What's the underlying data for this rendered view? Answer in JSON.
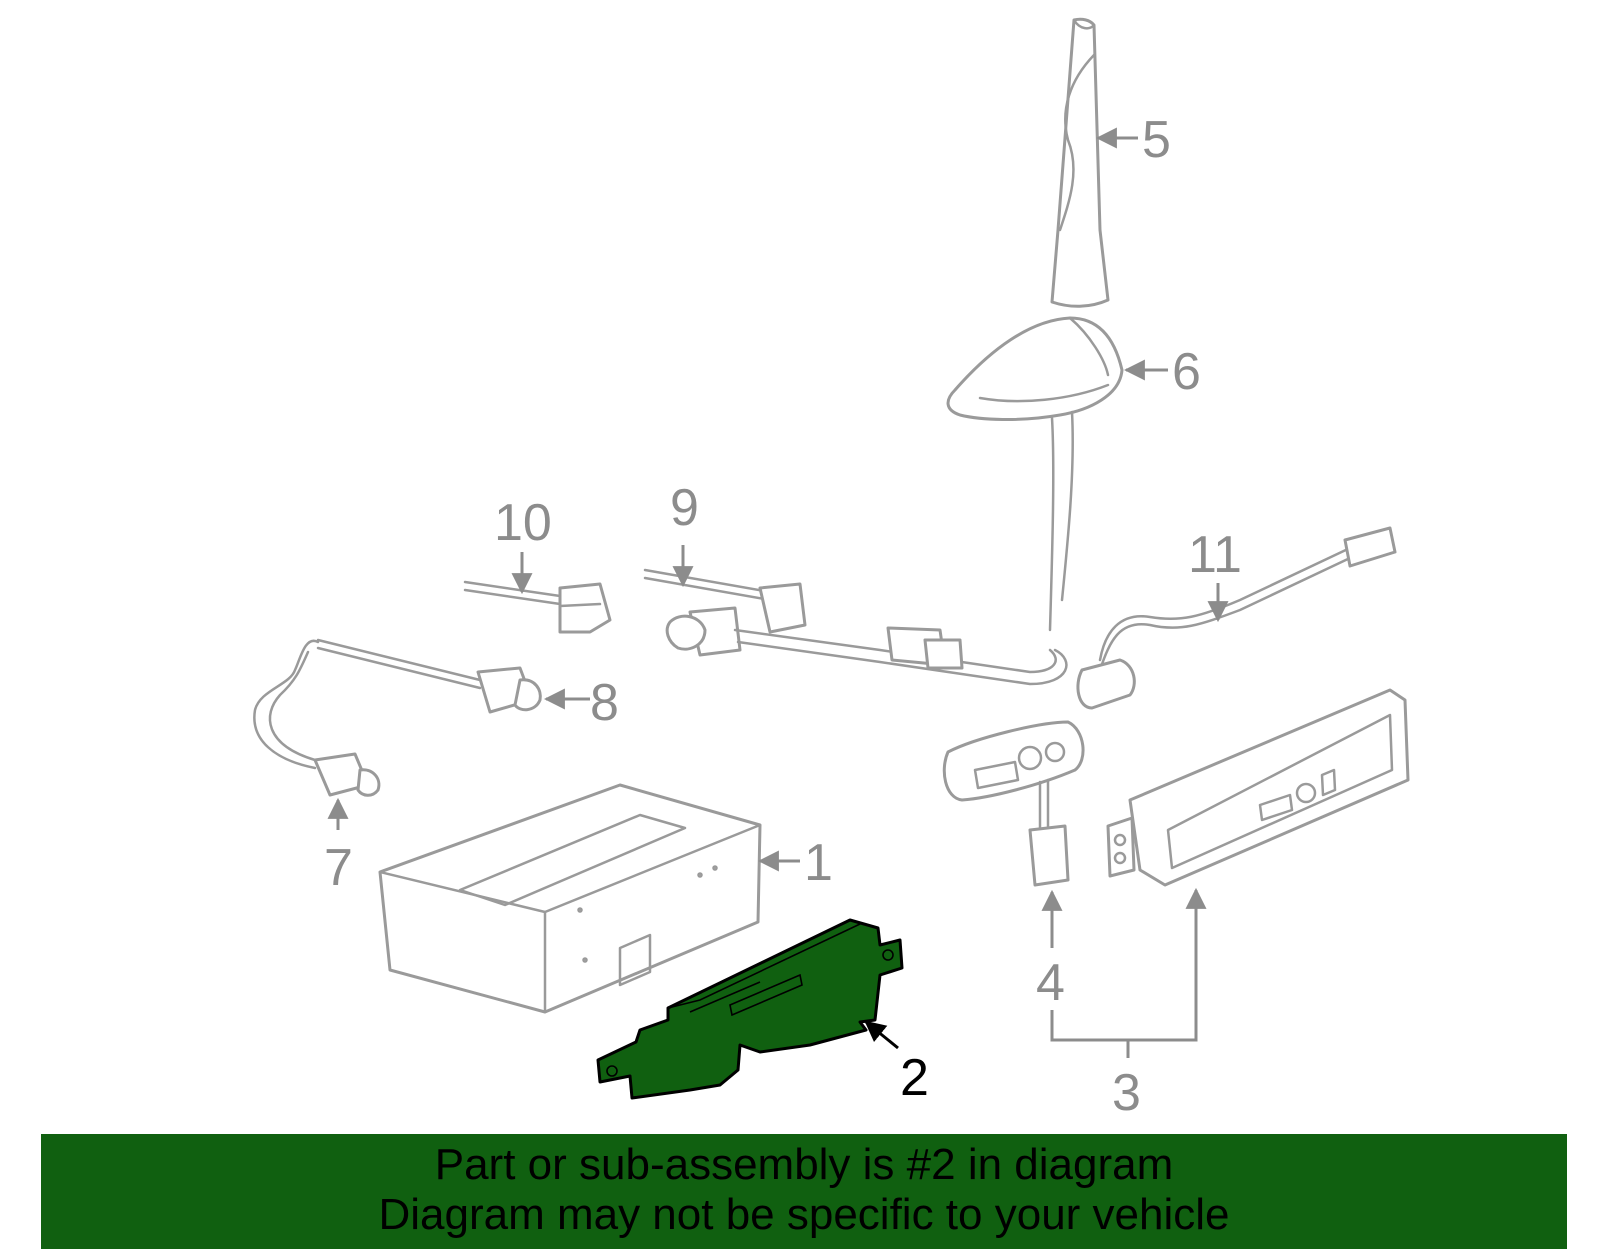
{
  "colors": {
    "highlight": "#106010",
    "part_outline": "#9a9a9a",
    "callout_text": "#8c8c8c",
    "active_callout_text": "#000000",
    "banner_background": "#106010",
    "banner_text": "#000000"
  },
  "diagram": {
    "highlighted_part": "2",
    "callouts": [
      "1",
      "2",
      "3",
      "4",
      "5",
      "6",
      "7",
      "8",
      "9",
      "10",
      "11"
    ]
  },
  "banner": {
    "line1": "Part or sub-assembly is #2 in diagram",
    "line2": "Diagram may not be specific to your vehicle"
  }
}
